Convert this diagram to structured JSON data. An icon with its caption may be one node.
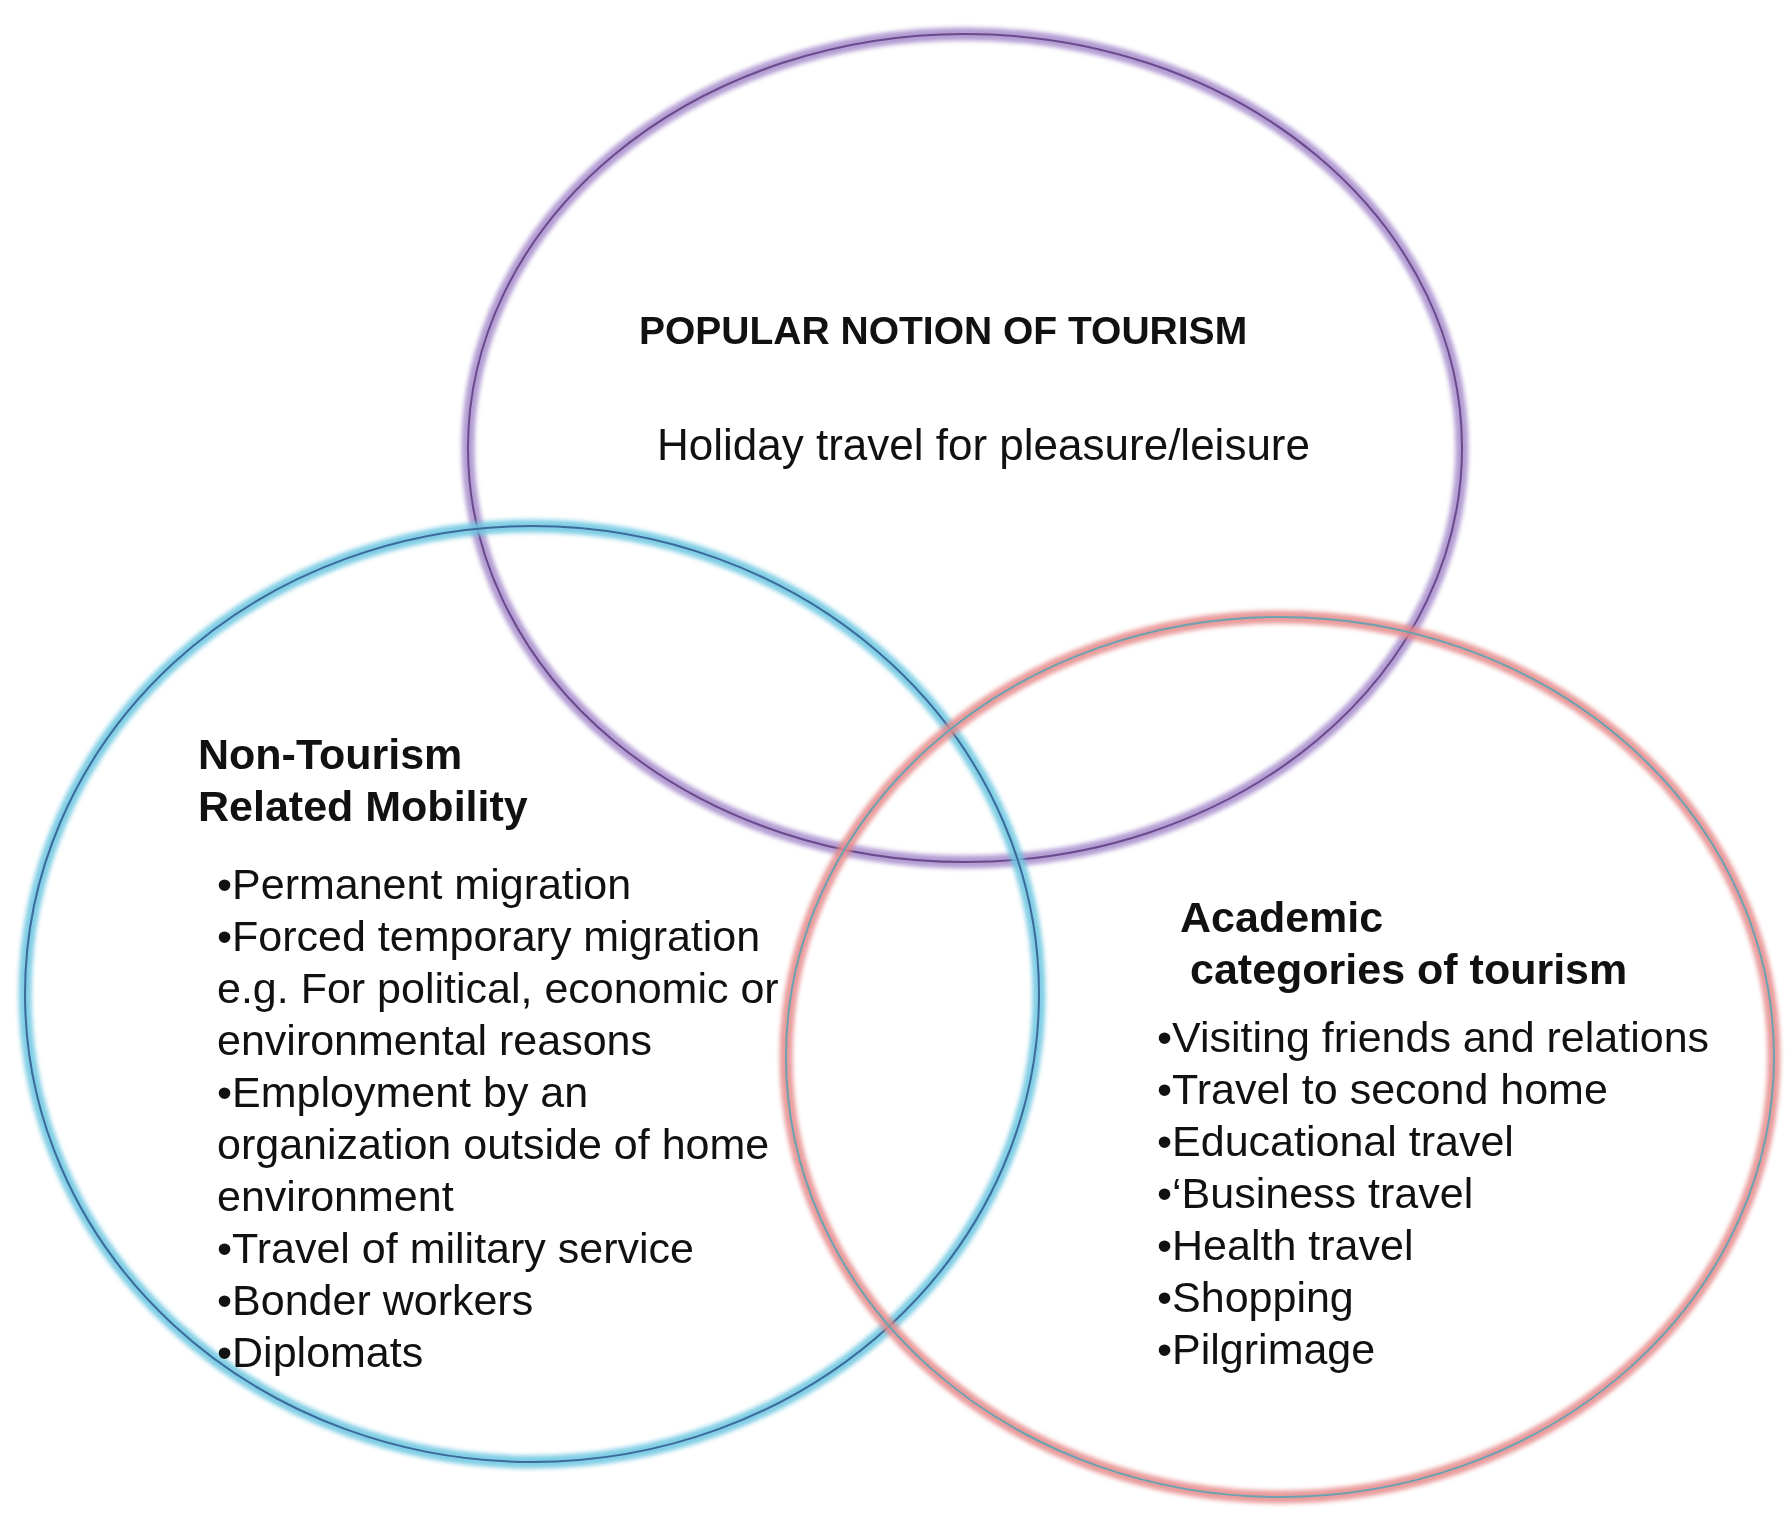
{
  "diagram": {
    "nodes": [
      {
        "text": [
          "POPULAR NOTION OF TOURISM",
          "Holiday travel for pleasure/leisure"
        ]
      },
      {
        "text": [
          "Non-Tourism Related Mobility",
          "•Permanent migration",
          "•Forced temporary migration e.g. For political, economic or environmental reasons",
          "•Employment by an organization outside of home environment",
          "•Travel of military service",
          "•Bonder workers",
          "•Diplomats"
        ]
      },
      {
        "text": [
          "Academic categories of tourism",
          "•Visiting friends and relations",
          "•Travel to second home",
          "•Educational travel",
          "•‘Business travel",
          "•Health travel",
          "•Shopping",
          "•Pilgrimage"
        ]
      }
    ]
  }
}
